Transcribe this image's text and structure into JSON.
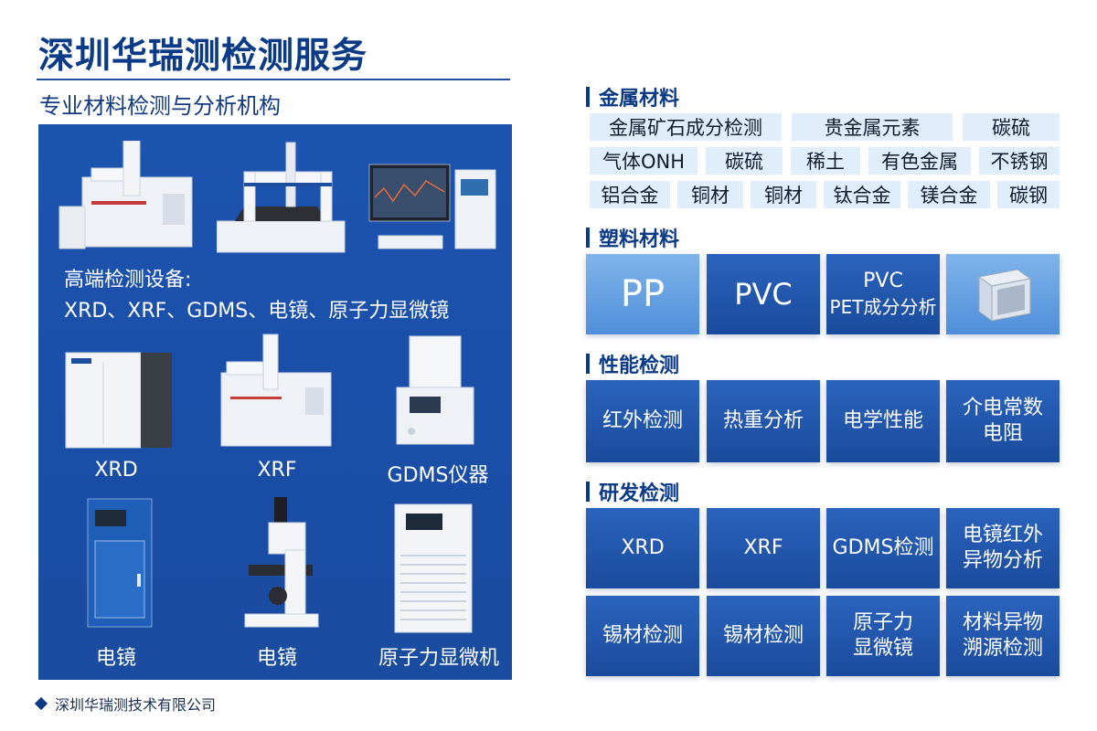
{
  "header": {
    "title": "深圳华瑞测检测服务",
    "subtitle": "专业材料检测与分析机构"
  },
  "equipment_panel": {
    "intro_line1": "高端检测设备:",
    "intro_line2": "XRD、XRF、GDMS、电镜、原子力显微镜",
    "items": [
      {
        "label": "XRD"
      },
      {
        "label": "XRF"
      },
      {
        "label": "GDMS仪器"
      },
      {
        "label": "电镜"
      },
      {
        "label": "电镜"
      },
      {
        "label": "原子力显微机"
      }
    ]
  },
  "footer": {
    "company": "深圳华瑞测技术有限公司"
  },
  "sections": {
    "metal": {
      "heading": "金属材料",
      "row1": [
        "金属矿石成分检测",
        "贵金属元素",
        "碳硫"
      ],
      "row2": [
        "气体ONH",
        "碳硫",
        "稀土",
        "有色金属",
        "不锈钢"
      ],
      "row3": [
        "铝合金",
        "铜材",
        "铜材",
        "钛合金",
        "镁合金",
        "碳钢"
      ]
    },
    "plastic": {
      "heading": "塑料材料",
      "tiles": [
        "PP",
        "PVC",
        "PVC",
        "PET成分分析"
      ]
    },
    "performance": {
      "heading": "性能检测",
      "tiles": [
        "红外检测",
        "热重分析",
        "电学性能",
        "介电常数",
        "电阻"
      ]
    },
    "rnd": {
      "heading": "研发检测",
      "tiles": [
        "XRD",
        "XRF",
        "GDMS检测",
        "电镜红外",
        "异物分析",
        "锡材检测",
        "锡材检测",
        "原子力",
        "显微镜",
        "材料异物",
        "溯源检测"
      ]
    }
  },
  "colors": {
    "brand_blue": "#0b3a86",
    "panel_blue": "#1a4fa8",
    "tag_bg": "#dfeefa"
  }
}
